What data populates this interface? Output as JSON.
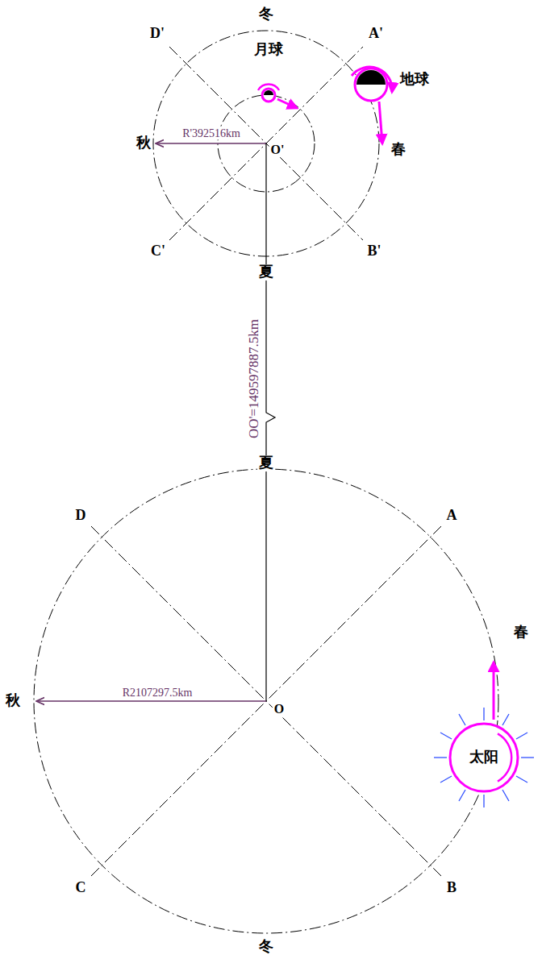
{
  "diagram": {
    "nodes": [
      {
        "text": [
          "月球"
        ]
      },
      {
        "text": [
          "地球"
        ]
      },
      {
        "text": [
          "太阳"
        ]
      }
    ],
    "labels": [
      "冬",
      "D'",
      "A'",
      "秋",
      "R'392516km",
      "O'",
      "春",
      "C'",
      "B'",
      "夏",
      "OO'=149597887.5km",
      "夏",
      "D",
      "A",
      "秋",
      "R2107297.5km",
      "O",
      "春",
      "C",
      "B",
      "冬"
    ]
  }
}
